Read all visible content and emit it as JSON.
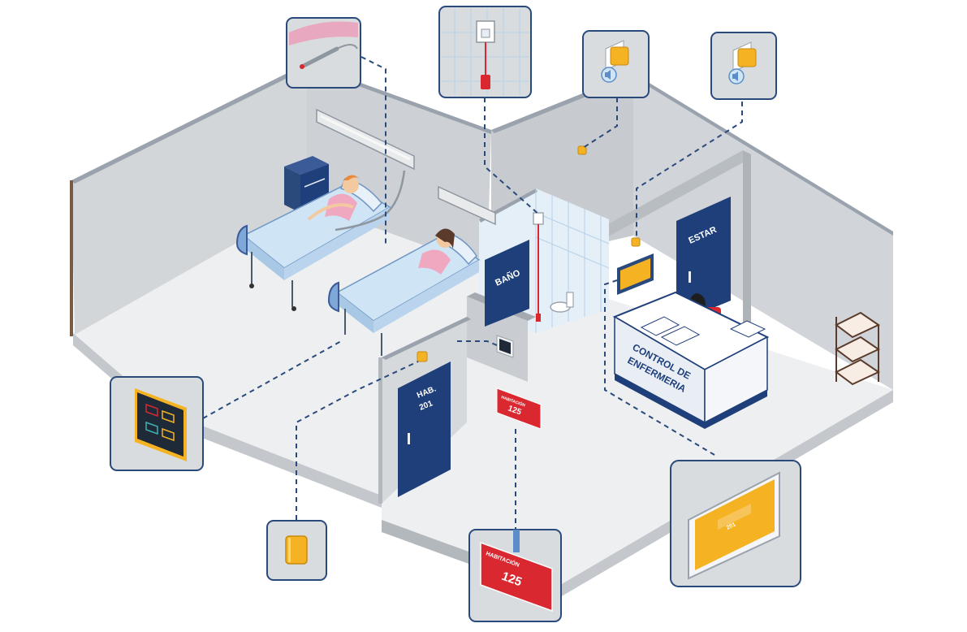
{
  "labels": {
    "bathroom_door": "BAÑO",
    "staff_room_door": "ESTAR",
    "room_door_line1": "HAB.",
    "room_door_line2": "201",
    "nurse_station_line1": "CONTROL DE",
    "nurse_station_line2": "ENFERMERIA",
    "room_sign_title": "HABITACIÓN",
    "room_sign_number": "125",
    "tablet_number": "201"
  },
  "colors": {
    "navy": "#1e3f7a",
    "wall": "#c9ccd0",
    "floor": "#eeeff0",
    "accent_yellow": "#f5b324",
    "alarm_red": "#d9282f",
    "bed_blue": "#cfe4f5"
  },
  "icons": {
    "pull_cord": "pull-cord-icon",
    "sound_speaker": "speaker-sound-icon",
    "call_button": "call-button-icon",
    "room_terminal": "room-terminal-icon",
    "nurse_tablet": "nurse-tablet-icon"
  }
}
